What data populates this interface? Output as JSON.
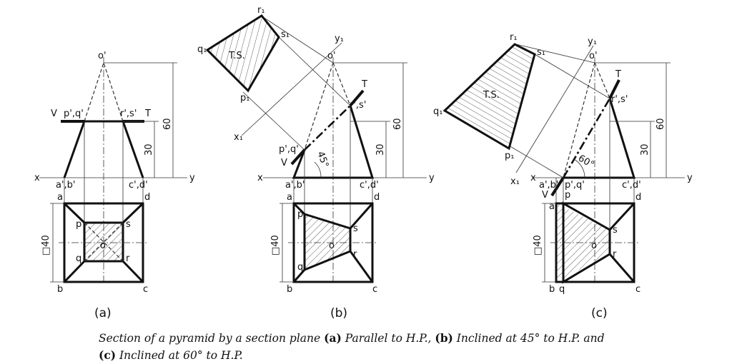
{
  "figure": {
    "views": [
      {
        "id": "a",
        "caption": "(a)",
        "labels": {
          "apex": "o'",
          "trace_left": "V",
          "trace_right": "T",
          "cut_left": "p',q'",
          "cut_right": "r',s'",
          "base_left": "a',b'",
          "base_right": "c',d'",
          "x": "x",
          "y": "y",
          "a": "a",
          "b": "b",
          "c": "c",
          "d": "d",
          "p": "p",
          "q": "q",
          "r": "r",
          "s": "s",
          "o": "o",
          "height_dim": "60",
          "cut_dim": "30",
          "side_dim": "□40"
        }
      },
      {
        "id": "b",
        "caption": "(b)",
        "labels": {
          "apex": "o'",
          "trace_left": "V",
          "trace_right": "T",
          "cut_left": "p',q'",
          "cut_right": "r',s'",
          "base_left": "a',b'",
          "base_right": "c',d'",
          "x": "x",
          "y": "y",
          "x1": "x₁",
          "y1": "y₁",
          "a": "a",
          "b": "b",
          "c": "c",
          "d": "d",
          "p": "p",
          "q": "q",
          "r": "r",
          "s": "s",
          "o": "o",
          "p1": "p₁",
          "q1": "q₁",
          "r1": "r₁",
          "s1": "s₁",
          "ts": "T.S.",
          "angle": "45°",
          "height_dim": "60",
          "cut_dim": "30",
          "side_dim": "□40"
        }
      },
      {
        "id": "c",
        "caption": "(c)",
        "labels": {
          "apex": "o'",
          "trace_left": "V",
          "trace_right": "T",
          "cut_left": "p',q'",
          "cut_right": "r',s'",
          "base_left": "a',b'",
          "base_right": "c',d'",
          "x": "x",
          "y": "y",
          "x1": "x₁",
          "y1": "y₁",
          "a": "a",
          "b": "b",
          "c": "c",
          "d": "d",
          "p": "p",
          "q": "q",
          "r": "r",
          "s": "s",
          "o": "o",
          "p1": "p₁",
          "q1": "q₁",
          "r1": "r₁",
          "s1": "s₁",
          "ts": "T.S.",
          "angle": "60°",
          "height_dim": "60",
          "cut_dim": "30",
          "side_dim": "□40"
        }
      }
    ]
  },
  "caption": {
    "intro": "Section of a pyramid by a section plane ",
    "a_tag": "(a)",
    "a_text": " Parallel to H.P., ",
    "b_tag": "(b)",
    "b_text": " Inclined at 45° to H.P. and",
    "c_tag": "(c)",
    "c_text": " Inclined at 60° to H.P."
  }
}
